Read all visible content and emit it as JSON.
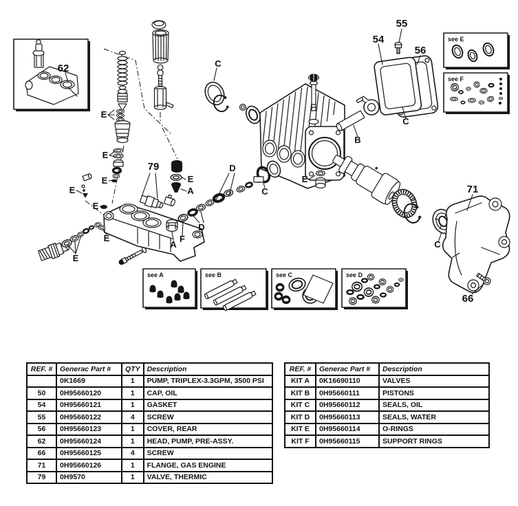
{
  "diagram": {
    "labels": {
      "n62": "62",
      "n79": "79",
      "n54": "54",
      "n55": "55",
      "n56": "56",
      "n71": "71",
      "n66": "66",
      "A": "A",
      "B": "B",
      "C": "C",
      "D": "D",
      "E": "E",
      "F": "F"
    },
    "kit_boxes": {
      "a": "see A",
      "b": "see B",
      "c": "see C",
      "d": "see D",
      "e": "see E",
      "f": "see F"
    },
    "line_color": "#1a1a1a"
  },
  "tables": {
    "left": {
      "headers": [
        "REF. #",
        "Generac Part #",
        "QTY",
        "Description"
      ],
      "rows": [
        [
          "",
          "0K1669",
          "1",
          "PUMP, TRIPLEX-3.3GPM, 3500 PSI"
        ],
        [
          "50",
          "0H95660120",
          "1",
          "CAP, OIL"
        ],
        [
          "54",
          "0H95660121",
          "1",
          "GASKET"
        ],
        [
          "55",
          "0H95660122",
          "4",
          "SCREW"
        ],
        [
          "56",
          "0H95660123",
          "1",
          "COVER, REAR"
        ],
        [
          "62",
          "0H95660124",
          "1",
          "HEAD, PUMP, PRE-ASSY."
        ],
        [
          "66",
          "0H95660125",
          "4",
          "SCREW"
        ],
        [
          "71",
          "0H95660126",
          "1",
          "FLANGE, GAS ENGINE"
        ],
        [
          "79",
          "0H9570",
          "1",
          "VALVE, THERMIC"
        ]
      ]
    },
    "right": {
      "headers": [
        "REF. #",
        "Generac Part #",
        "Description"
      ],
      "rows": [
        [
          "KIT A",
          "0K16690110",
          "VALVES"
        ],
        [
          "KIT B",
          "0H95660111",
          "PISTONS"
        ],
        [
          "KIT C",
          "0H95660112",
          "SEALS, OIL"
        ],
        [
          "KIT D",
          "0H95660113",
          "SEALS, WATER"
        ],
        [
          "KIT E",
          "0H95660114",
          "O-RINGS"
        ],
        [
          "KIT F",
          "0H95660115",
          "SUPPORT RINGS"
        ]
      ]
    }
  }
}
